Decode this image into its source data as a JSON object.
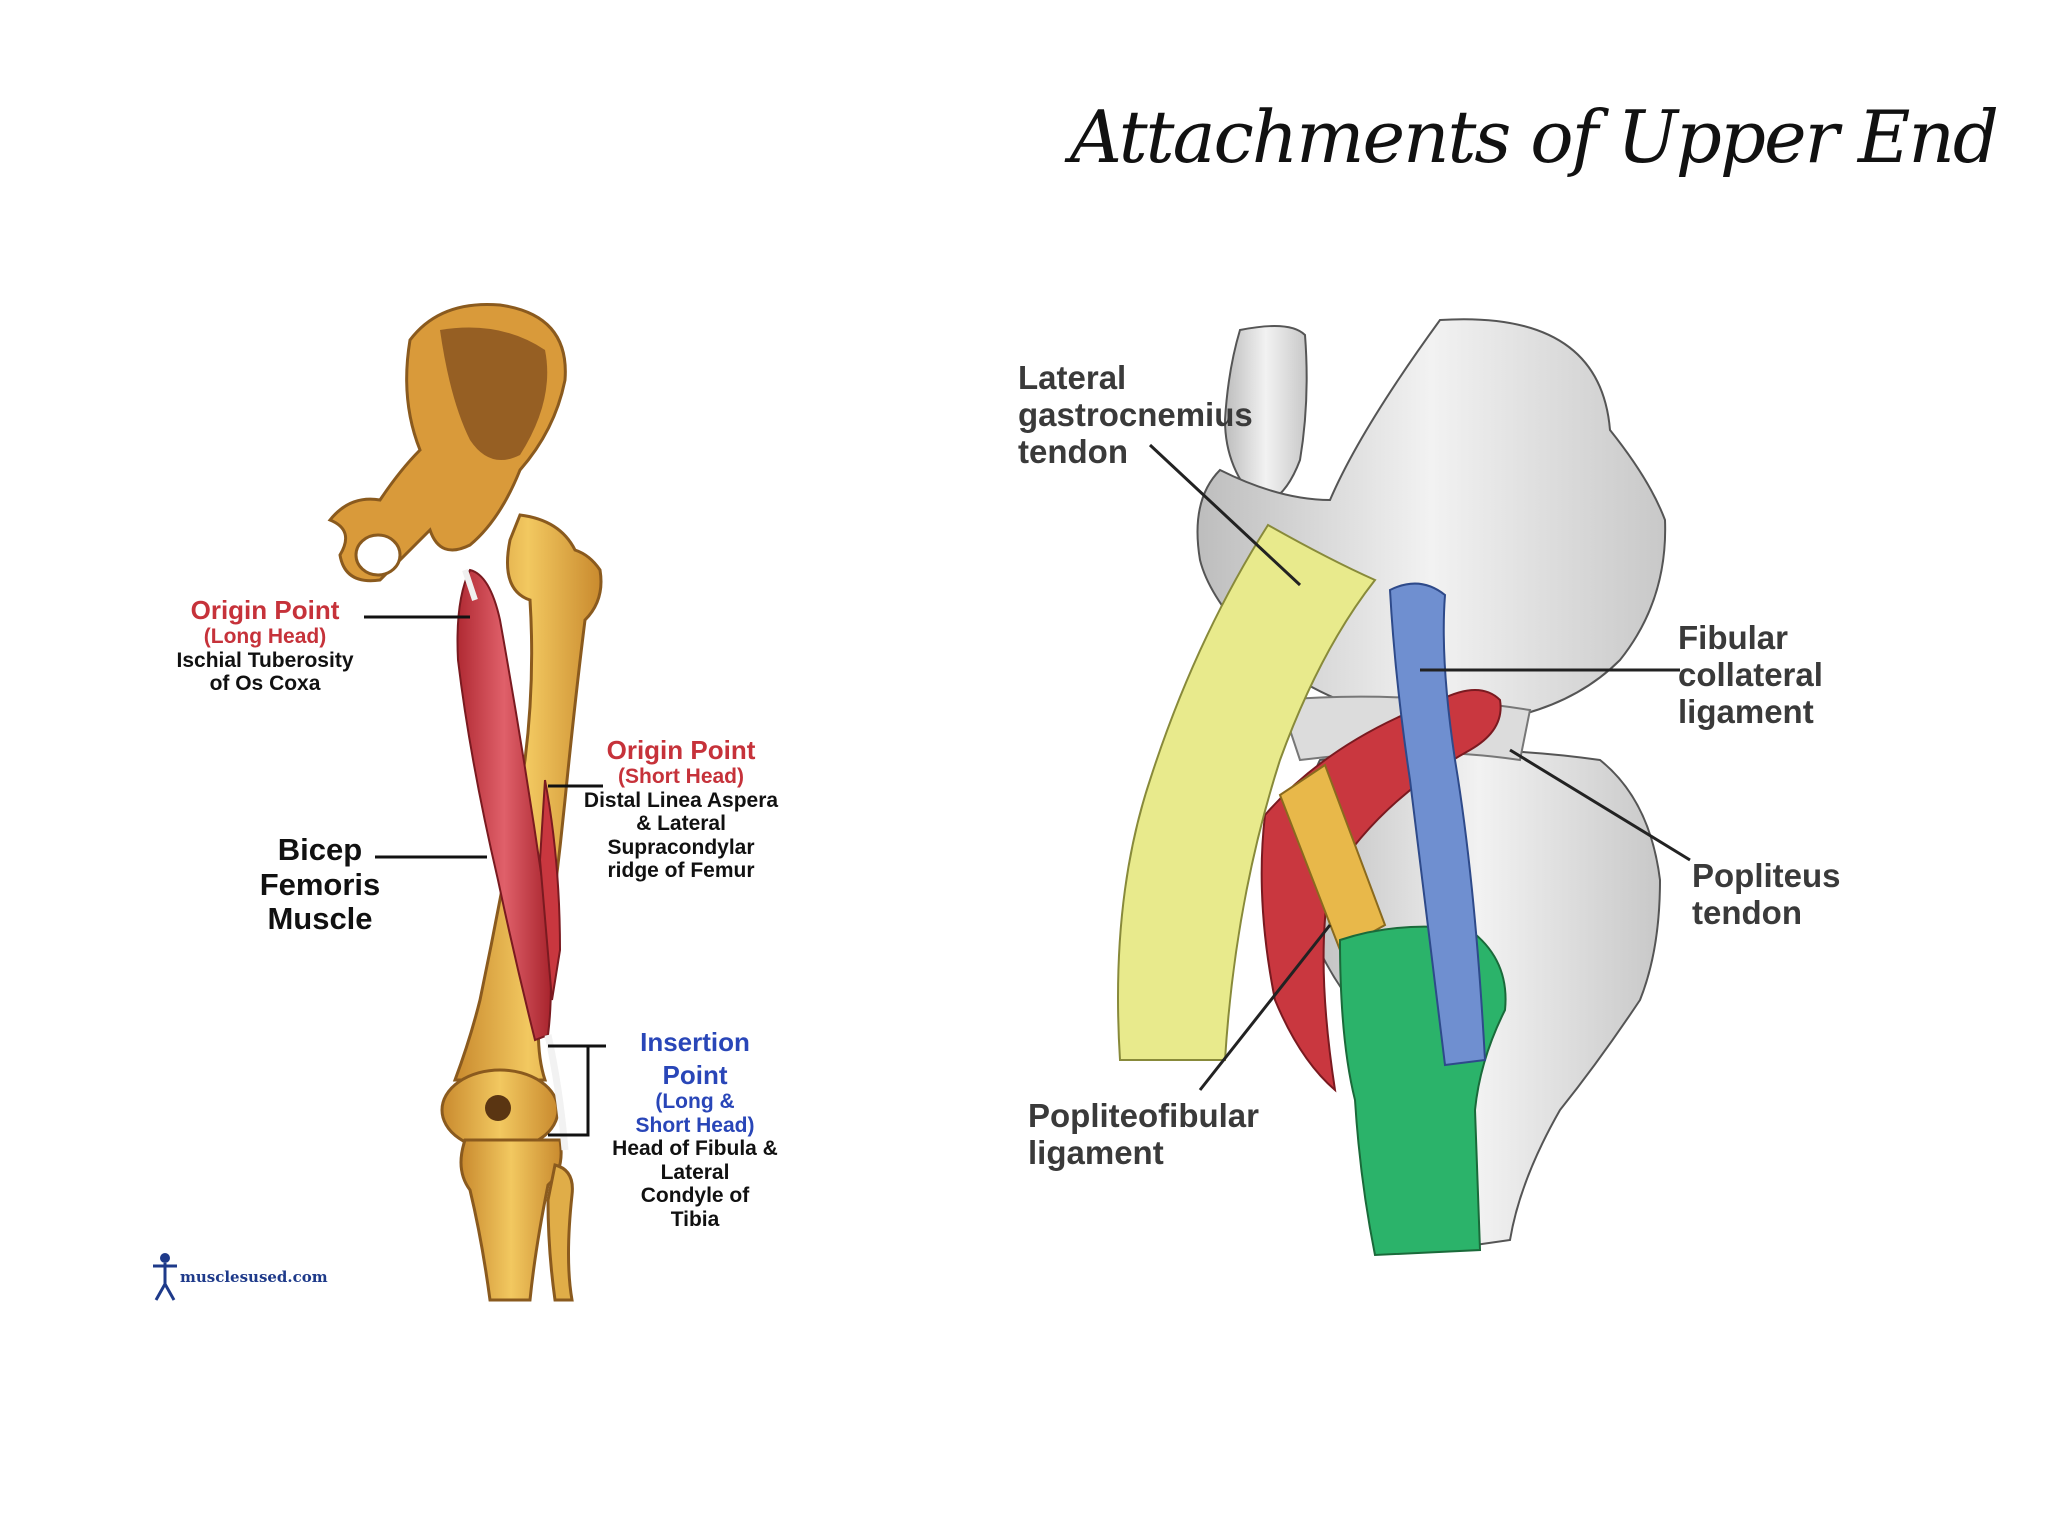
{
  "title": "Attachments of Upper End",
  "left_figure": {
    "origin_long": {
      "heading": "Origin Point",
      "sub": "(Long Head)",
      "line1": "Ischial Tuberosity",
      "line2": "of Os Coxa"
    },
    "origin_short": {
      "heading": "Origin Point",
      "sub": "(Short Head)",
      "line1": "Distal Linea Aspera",
      "line2": "& Lateral",
      "line3": "Supracondylar",
      "line4": "ridge of Femur"
    },
    "muscle": {
      "line1": "Bicep",
      "line2": "Femoris",
      "line3": "Muscle"
    },
    "insertion": {
      "heading1": "Insertion",
      "heading2": "Point",
      "sub1": "(Long &",
      "sub2": "Short Head)",
      "line1": "Head of Fibula &",
      "line2": "Lateral",
      "line3": "Condyle of",
      "line4": "Tibia"
    },
    "watermark": "musclesused.com"
  },
  "right_figure": {
    "lateral_gastrocnemius": {
      "line1": "Lateral",
      "line2": "gastrocnemius",
      "line3": "tendon"
    },
    "fibular_collateral": {
      "line1": "Fibular",
      "line2": "collateral",
      "line3": "ligament"
    },
    "popliteus": {
      "line1": "Popliteus",
      "line2": "tendon"
    },
    "popliteofibular": {
      "line1": "Popliteofibular",
      "line2": "ligament"
    }
  },
  "colors": {
    "bone": "#e8b84a",
    "bone_dark": "#a8702a",
    "muscle_red": "#c9373f",
    "tendon_yellow": "#e8ea8c",
    "ligament_blue": "#6f8fd0",
    "fibula_green": "#2bb36a",
    "label_red": "#c6323a",
    "label_blue": "#2946b8"
  }
}
